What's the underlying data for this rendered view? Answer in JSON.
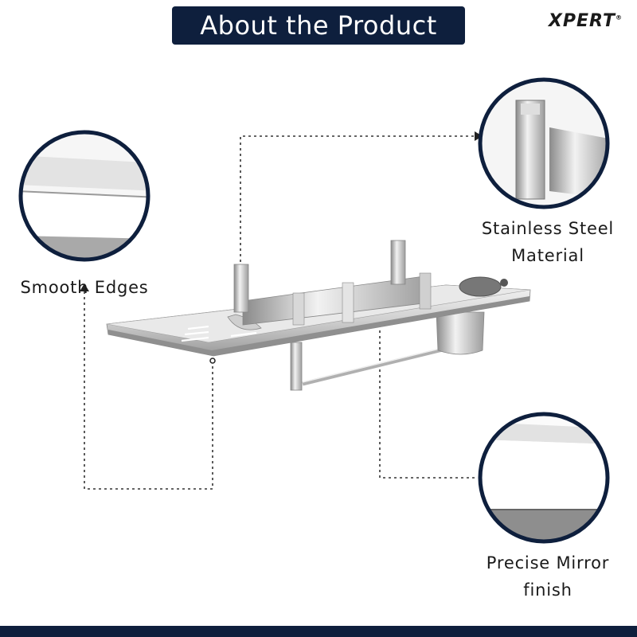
{
  "header": {
    "title": "About the Product"
  },
  "brand": {
    "name": "XPERT",
    "mark": "®"
  },
  "features": {
    "smooth_edges": "Smooth Edges",
    "stainless_line1": "Stainless Steel",
    "stainless_line2": "Material",
    "mirror_line1": "Precise Mirror",
    "mirror_line2": "finish"
  },
  "colors": {
    "navy": "#0e1f3d",
    "text": "#1a1a1a",
    "background": "#ffffff"
  }
}
